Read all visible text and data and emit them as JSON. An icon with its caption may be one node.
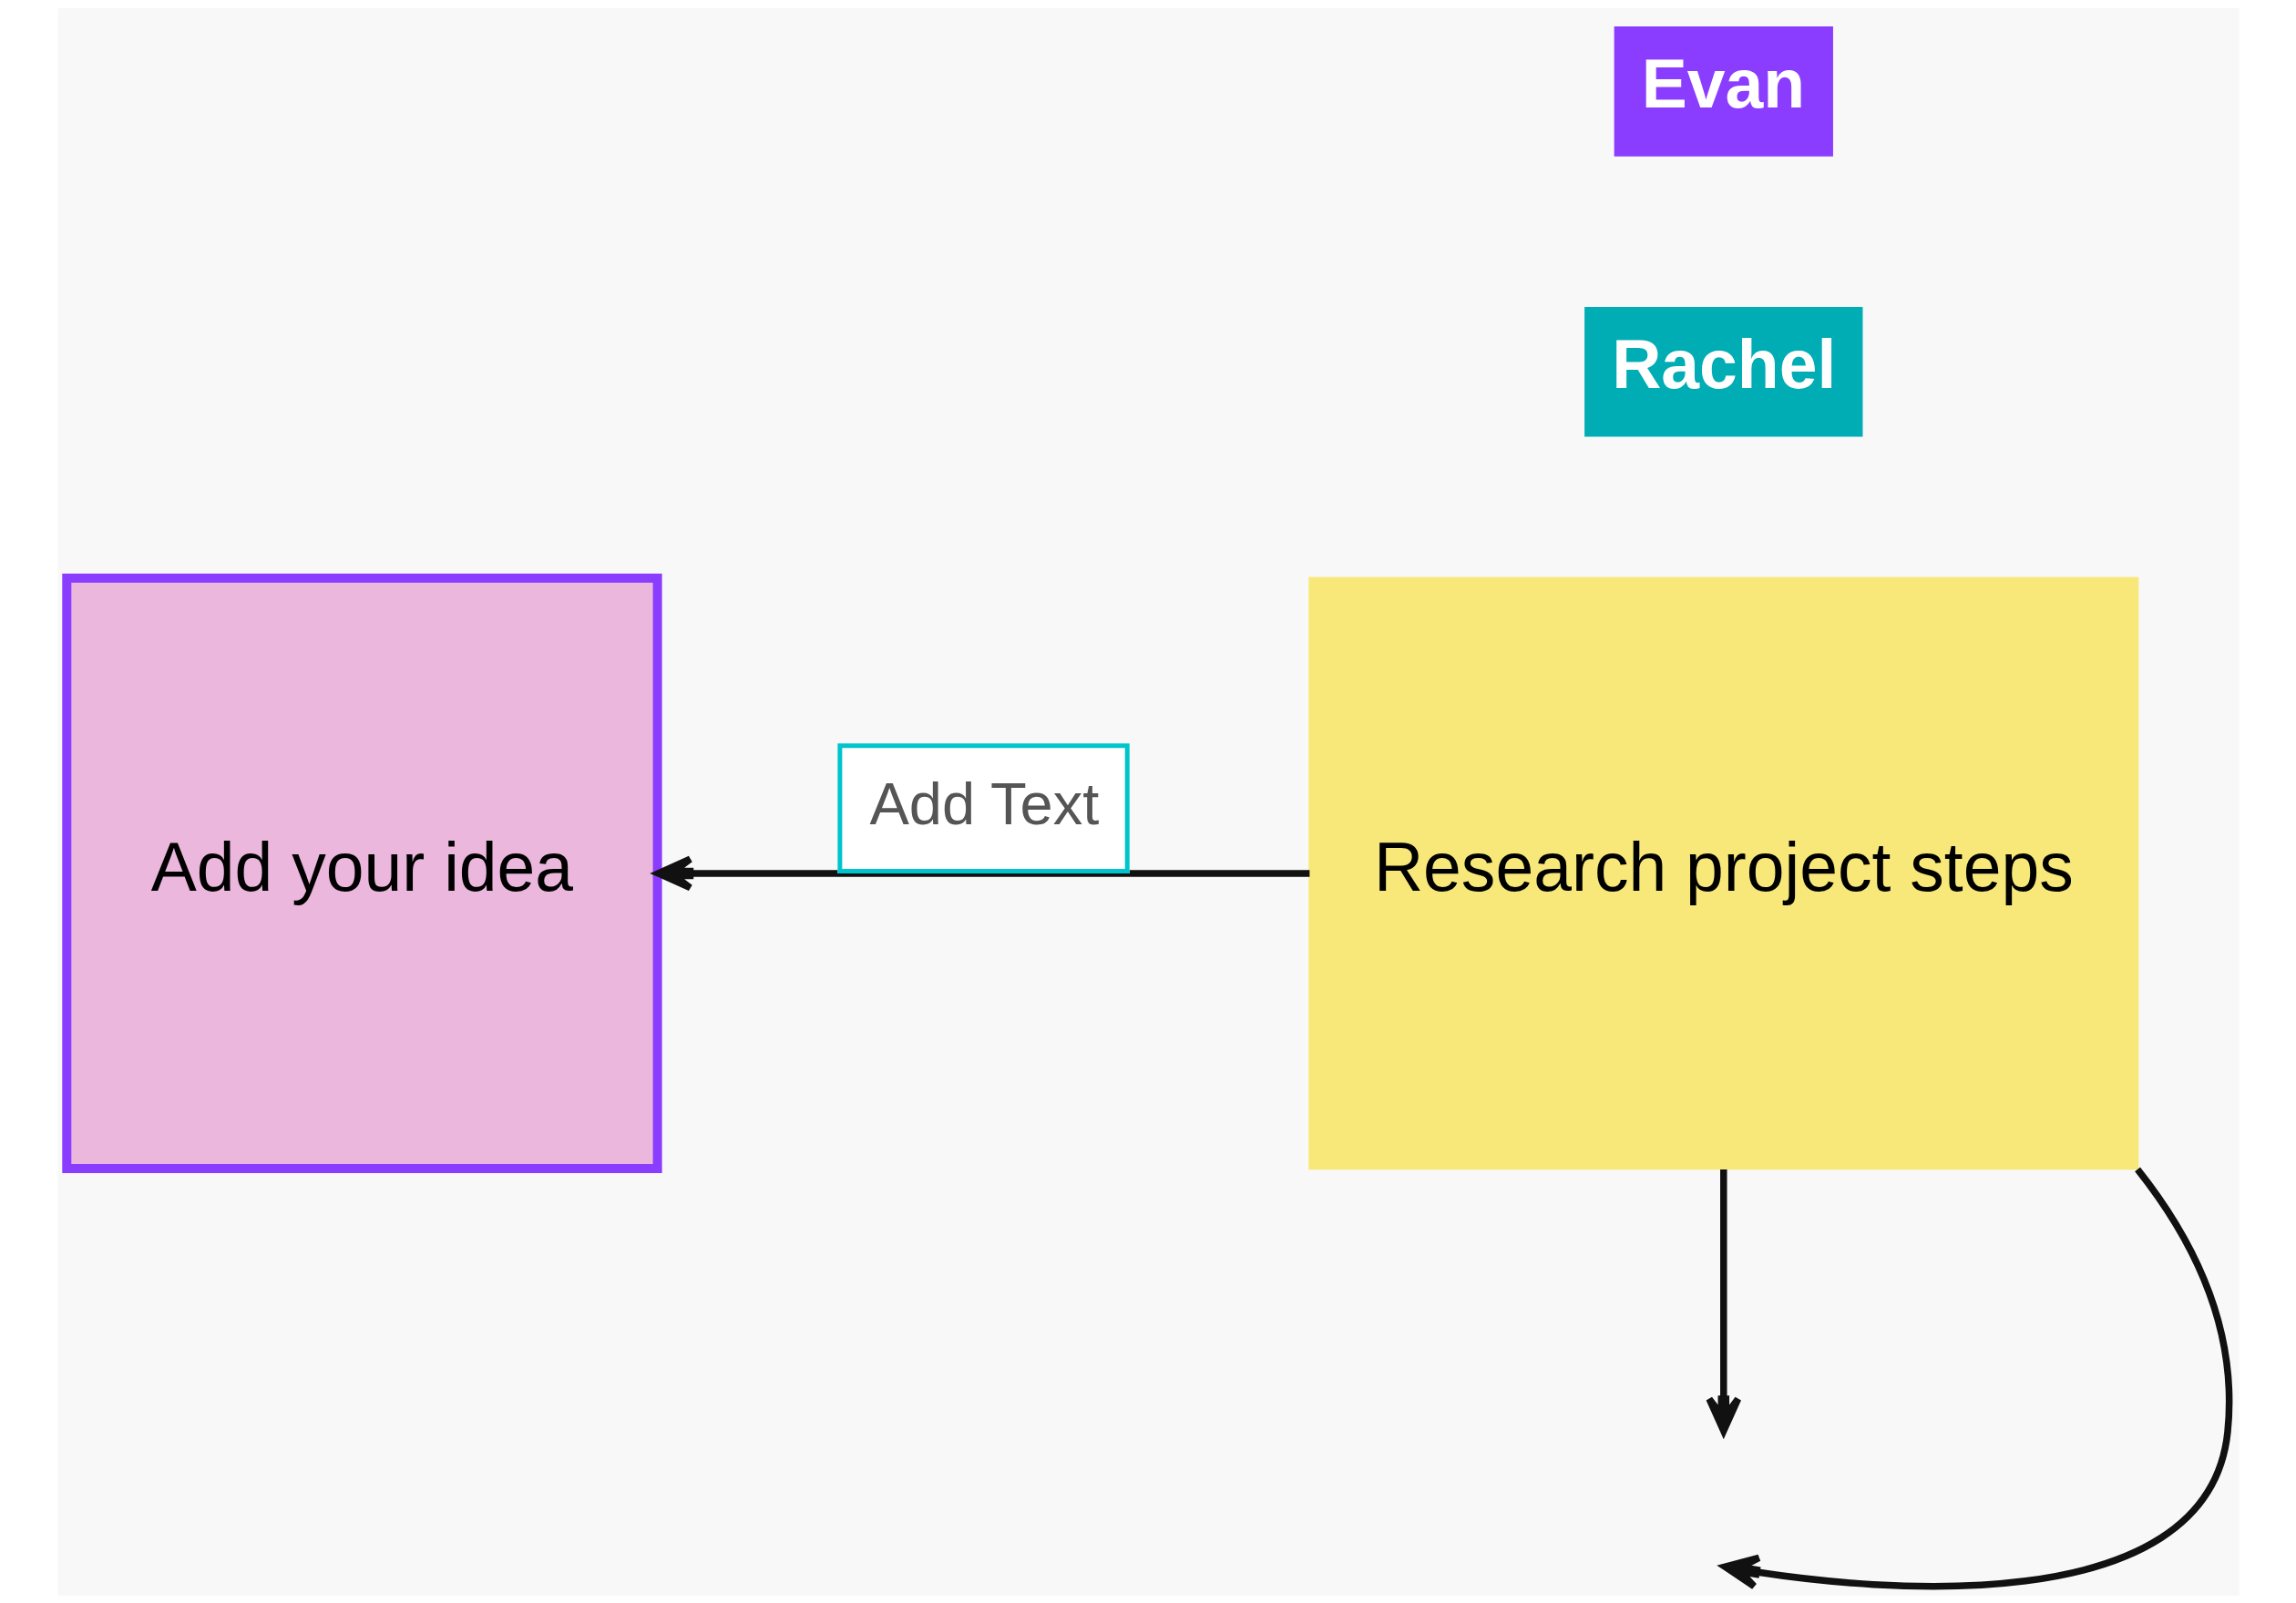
{
  "diagram": {
    "nodes": [
      {
        "text": [
          "Add your idea"
        ]
      },
      {
        "text": [
          "Research project steps"
        ]
      }
    ],
    "edges": [
      {
        "from": 1,
        "to": 0,
        "arrow": "to",
        "label": "Add Text"
      },
      {
        "from": 1,
        "to": null,
        "arrow": "to"
      },
      {
        "from": 1,
        "to": null,
        "arrow": "to"
      }
    ],
    "labels": [
      "Rachel",
      "Evan"
    ]
  }
}
